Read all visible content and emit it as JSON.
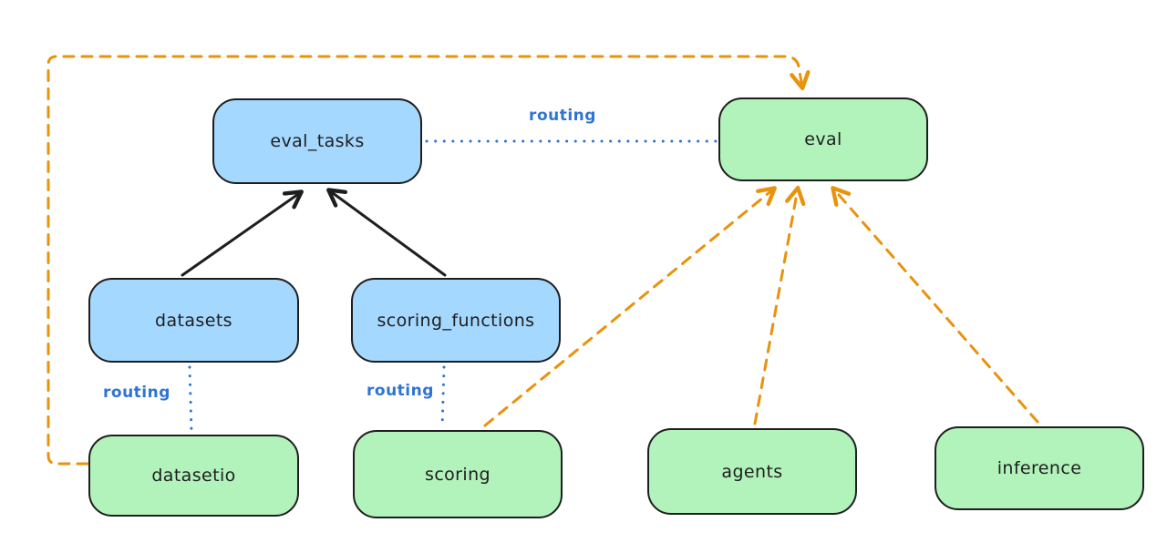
{
  "diagram": {
    "nodes": [
      {
        "id": "eval_tasks",
        "label": "eval_tasks",
        "fill": "#a5d8ff"
      },
      {
        "id": "eval",
        "label": "eval",
        "fill": "#b2f2bb"
      },
      {
        "id": "datasets",
        "label": "datasets",
        "fill": "#a5d8ff"
      },
      {
        "id": "scoring_functions",
        "label": "scoring_functions",
        "fill": "#a5d8ff"
      },
      {
        "id": "datasetio",
        "label": "datasetio",
        "fill": "#b2f2bb"
      },
      {
        "id": "scoring",
        "label": "scoring",
        "fill": "#b2f2bb"
      },
      {
        "id": "agents",
        "label": "agents",
        "fill": "#b2f2bb"
      },
      {
        "id": "inference",
        "label": "inference",
        "fill": "#b2f2bb"
      }
    ],
    "edges": [
      {
        "from": "datasets",
        "to": "eval_tasks",
        "style": "solid",
        "color": "#1e1e1e",
        "label": ""
      },
      {
        "from": "scoring_functions",
        "to": "eval_tasks",
        "style": "solid",
        "color": "#1e1e1e",
        "label": ""
      },
      {
        "from": "eval_tasks",
        "to": "eval",
        "style": "dotted",
        "color": "#2f74d4",
        "label": "routing"
      },
      {
        "from": "datasets",
        "to": "datasetio",
        "style": "dotted",
        "color": "#2f74d4",
        "label": "routing"
      },
      {
        "from": "scoring_functions",
        "to": "scoring",
        "style": "dotted",
        "color": "#2f74d4",
        "label": "routing"
      },
      {
        "from": "scoring",
        "to": "eval",
        "style": "dashed",
        "color": "#e8930c",
        "label": ""
      },
      {
        "from": "agents",
        "to": "eval",
        "style": "dashed",
        "color": "#e8930c",
        "label": ""
      },
      {
        "from": "inference",
        "to": "eval",
        "style": "dashed",
        "color": "#e8930c",
        "label": ""
      },
      {
        "from": "datasetio",
        "to": "eval",
        "style": "dashed",
        "color": "#e8930c",
        "label": ""
      }
    ],
    "colors": {
      "background": "#ffffff",
      "node_fill_blue": "#a5d8ff",
      "node_fill_green": "#b2f2bb",
      "node_stroke": "#1e1e1e",
      "arrow_black": "#1e1e1e",
      "arrow_orange": "#e8930c",
      "routing_blue": "#2f74d4"
    }
  }
}
